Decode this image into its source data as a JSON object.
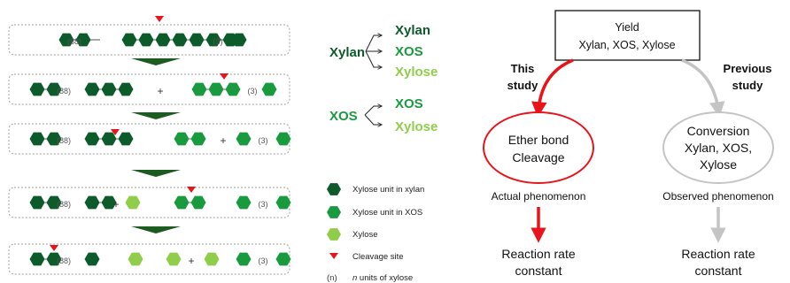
{
  "palette": {
    "xylan": "#0d5a2a",
    "xos": "#1a9a3f",
    "xylose": "#8fcd4a",
    "cleavage": "#e8141a",
    "arrow_dark": "#1c5c1f",
    "gray": "#c4c4c4",
    "red_ring": "#e8141a"
  },
  "scheme_rows": [
    {
      "labels": [
        "(88)",
        "(3)"
      ]
    },
    {
      "labels": [
        "(88)",
        "+",
        "(3)"
      ]
    },
    {
      "labels": [
        "(88)",
        "+",
        "(3)"
      ]
    },
    {
      "labels": [
        "(88)",
        "+",
        "(3)"
      ]
    },
    {
      "labels": [
        "(88)",
        "+",
        "(3)"
      ]
    }
  ],
  "products": {
    "xylan_source": "Xylan",
    "xylan_products": [
      "Xylan",
      "XOS",
      "Xylose"
    ],
    "xos_source": "XOS",
    "xos_products": [
      "XOS",
      "Xylose"
    ]
  },
  "legend": [
    {
      "icon": "xylan-hexagon-icon",
      "label": "Xylose unit in xylan"
    },
    {
      "icon": "xos-hexagon-icon",
      "label": "Xylose unit in XOS"
    },
    {
      "icon": "xylose-hexagon-icon",
      "label": "Xylose"
    },
    {
      "icon": "cleavage-triangle-icon",
      "label": "Cleavage site"
    },
    {
      "icon": "n-label",
      "label_prefix": "(n)",
      "label_italic": "n",
      "label": " units of xylose"
    }
  ],
  "flow": {
    "yield_box": [
      "Yield",
      "Xylan, XOS, Xylose"
    ],
    "left_label": [
      "This",
      "study"
    ],
    "right_label": [
      "Previous",
      "study"
    ],
    "left_circle": [
      "Ether bond",
      "Cleavage"
    ],
    "right_circle": [
      "Conversion",
      "Xylan, XOS,",
      "Xylose"
    ],
    "left_phenomenon": "Actual phenomenon",
    "right_phenomenon": "Observed phenomenon",
    "left_result": [
      "Reaction rate",
      "constant"
    ],
    "right_result": [
      "Reaction rate",
      "constant"
    ]
  }
}
